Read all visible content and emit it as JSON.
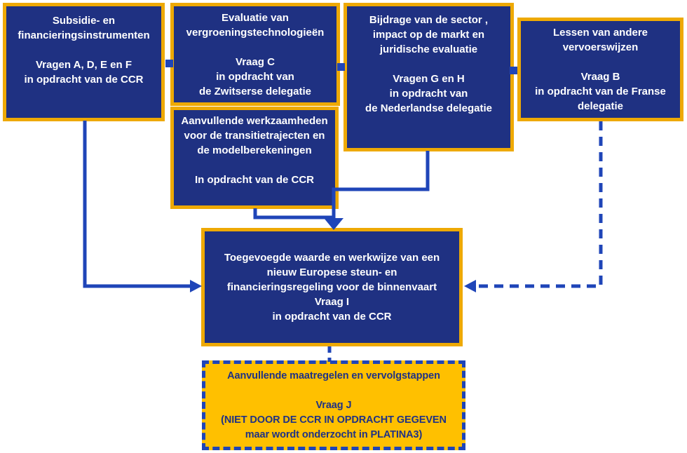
{
  "diagram": {
    "boxes": {
      "subsidie": {
        "lines": [
          "Subsidie- en",
          "financieringsinstrumenten",
          "",
          "Vragen A, D, E en F",
          "in opdracht van de CCR"
        ]
      },
      "evaluatie": {
        "lines": [
          "Evaluatie van",
          "vergroeningstechnologieën",
          "",
          "Vraag C",
          "in opdracht van",
          "de Zwitserse delegatie"
        ]
      },
      "aanvullende_werkzaamheden": {
        "lines": [
          "Aanvullende werkzaamheden",
          "voor de transitietrajecten en",
          "de modelberekeningen",
          "",
          "In opdracht van de CCR"
        ]
      },
      "bijdrage": {
        "lines": [
          "Bijdrage van de sector ,",
          "impact op de markt en",
          "juridische evaluatie",
          "",
          "Vragen G en H",
          "in opdracht van",
          "de Nederlandse delegatie"
        ]
      },
      "lessen": {
        "lines": [
          "Lessen van andere",
          "vervoerswijzen",
          "",
          "Vraag B",
          "in opdracht van de Franse",
          "delegatie"
        ]
      },
      "centraal": {
        "lines": [
          "Toegevoegde waarde en werkwijze van een",
          "nieuw Europese steun- en",
          "financieringsregeling voor de binnenvaart",
          "Vraag I",
          "in opdracht van de CCR"
        ]
      },
      "vervolgstappen": {
        "lines": [
          "Aanvullende maatregelen en vervolgstappen",
          "",
          "Vraag J",
          "(NIET DOOR DE CCR IN OPDRACHT GEGEVEN",
          "maar wordt onderzocht in PLATINA3)"
        ]
      }
    },
    "colors": {
      "box_fill_navy": "#1F3182",
      "box_border_gold": "#EEA904",
      "highlight_fill_gold": "#FFC000",
      "connector_blue": "#1F45B8",
      "text_on_navy": "#FFFFFF",
      "text_on_gold": "#1F3285"
    }
  }
}
